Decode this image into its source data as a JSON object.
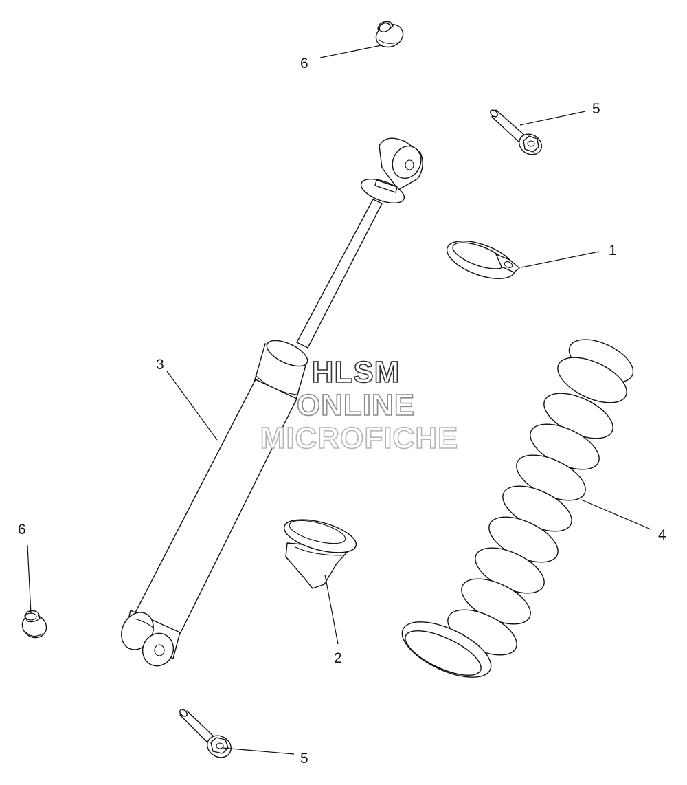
{
  "watermark": {
    "line1": "HLSM",
    "line2": "ONLINE",
    "line3": "MICROFICHE"
  },
  "callouts": {
    "nut_top": "6",
    "bolt_top": "5",
    "retainer": "1",
    "shock": "3",
    "spring": "4",
    "nut_left": "6",
    "spring_seat": "2",
    "bolt_bottom": "5"
  }
}
